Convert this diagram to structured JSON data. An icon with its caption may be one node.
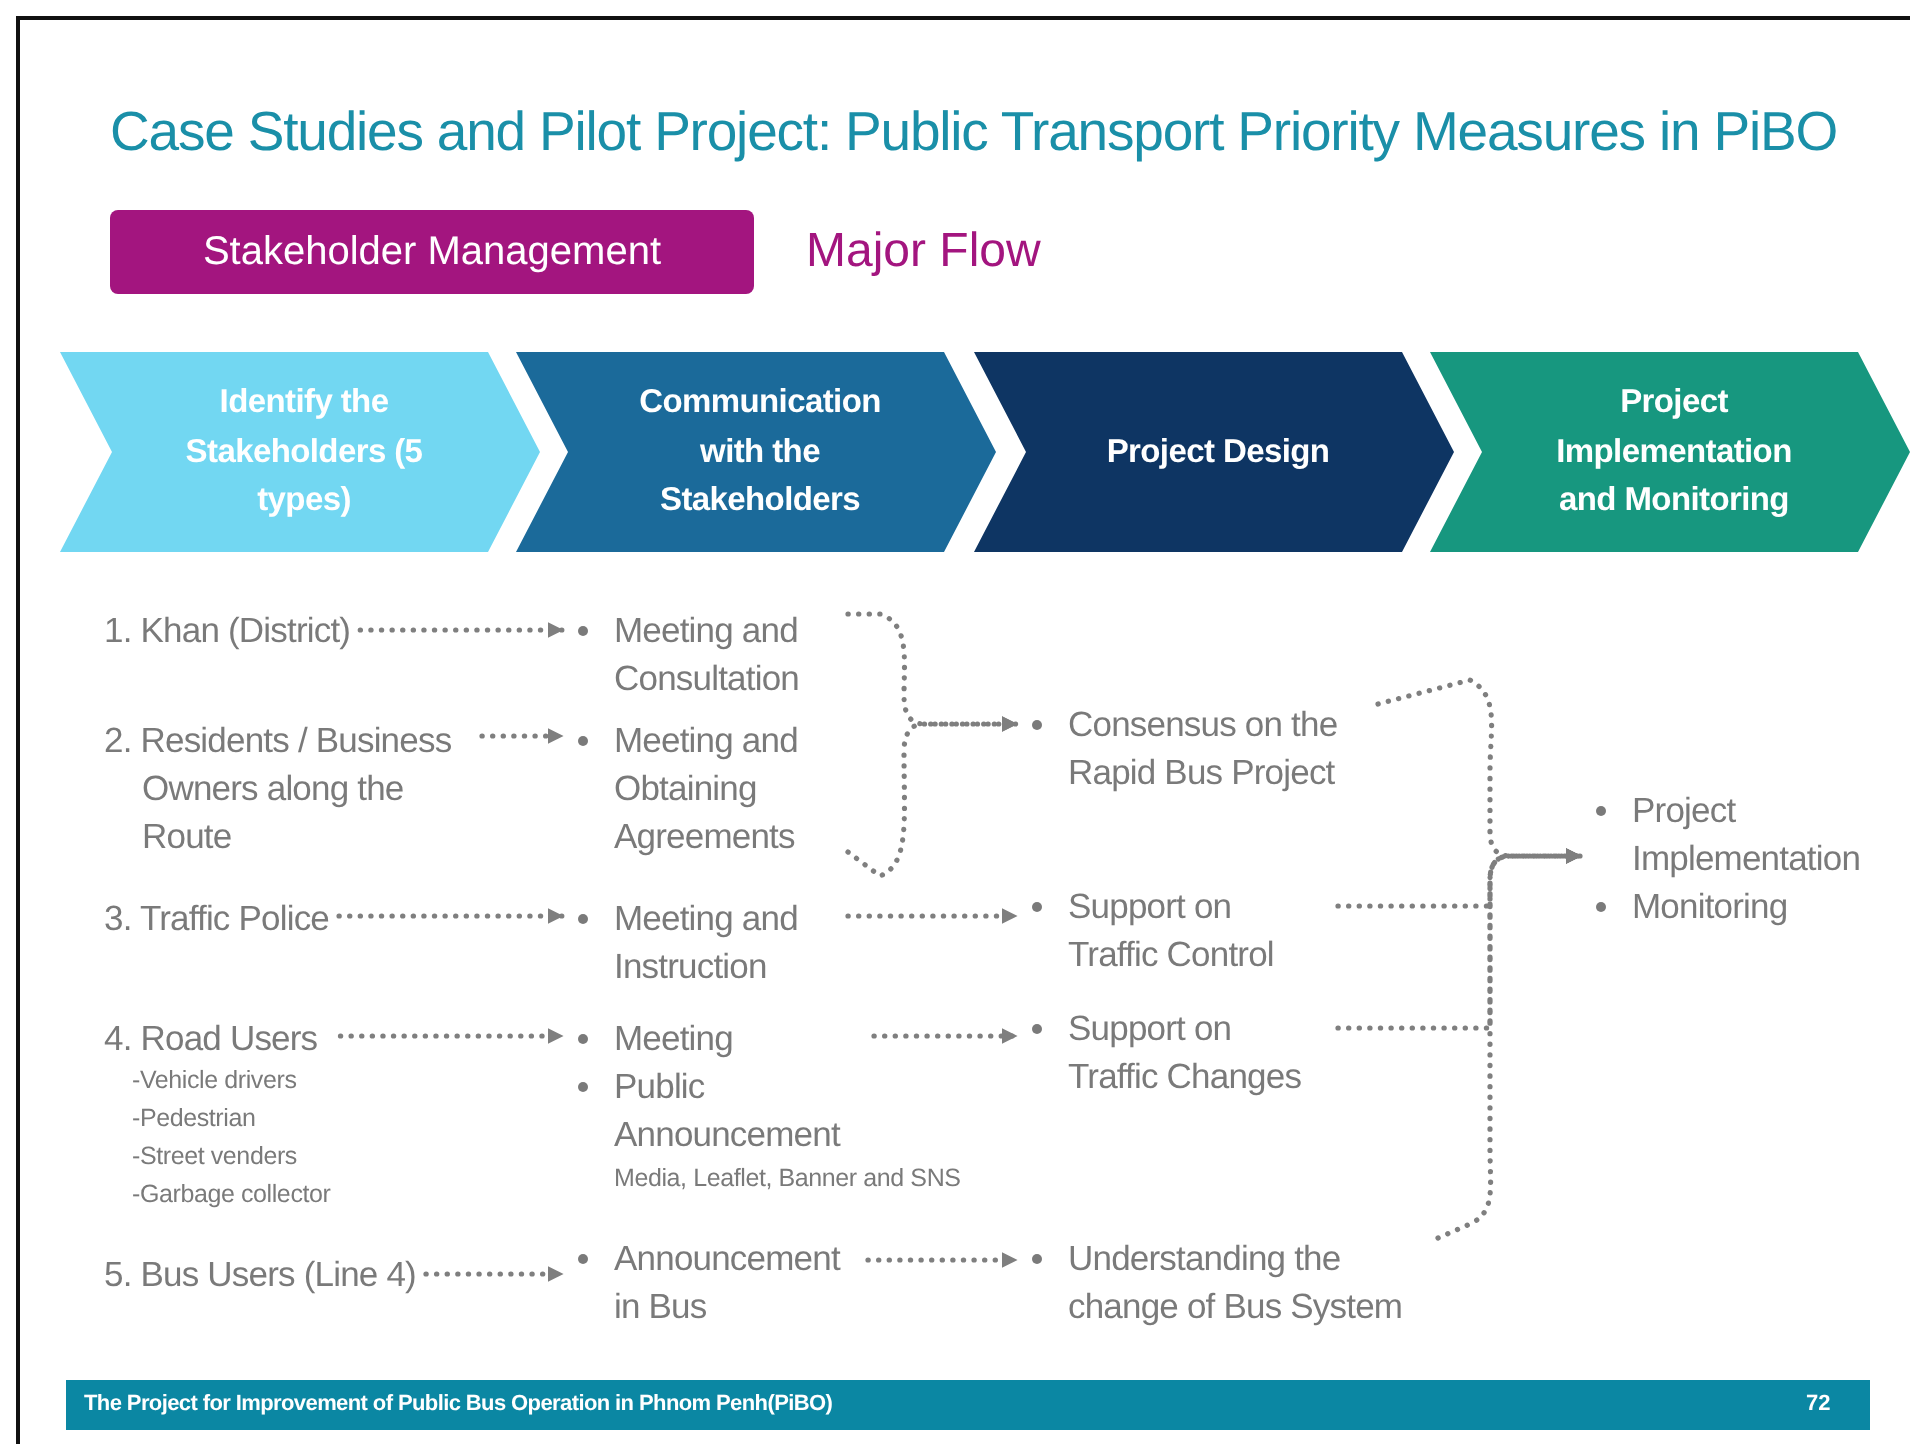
{
  "diagram": {
    "title": "Case Studies and Pilot Project: Public Transport Priority Measures in PiBO",
    "nodes": [
      {
        "text": [
          "Stakeholder Management"
        ]
      },
      {
        "text": [
          "Identify the Stakeholders (5 types)"
        ]
      },
      {
        "text": [
          "Communication with the Stakeholders"
        ]
      },
      {
        "text": [
          "Project Design"
        ]
      },
      {
        "text": [
          "Project Implementation and Monitoring"
        ]
      },
      {
        "text": [
          "1. Khan (District)"
        ]
      },
      {
        "text": [
          "2. Residents / Business Owners along the Route"
        ]
      },
      {
        "text": [
          "3. Traffic Police"
        ]
      },
      {
        "text": [
          "4. Road Users",
          "-Vehicle drivers",
          "-Pedestrian",
          "-Street venders",
          "-Garbage collector"
        ]
      },
      {
        "text": [
          "5. Bus Users (Line 4)"
        ]
      },
      {
        "text": [
          "Meeting and Consultation"
        ]
      },
      {
        "text": [
          "Meeting and Obtaining Agreements"
        ]
      },
      {
        "text": [
          "Meeting and Instruction"
        ]
      },
      {
        "text": [
          "Meeting",
          "Public Announcement"
        ],
        "beside": [
          "Media, Leaflet, Banner and SNS"
        ]
      },
      {
        "text": [
          "Announcement in Bus"
        ]
      },
      {
        "text": [
          "Consensus on the Rapid Bus Project"
        ]
      },
      {
        "text": [
          "Support on Traffic Control"
        ]
      },
      {
        "text": [
          "Support on Traffic Changes"
        ]
      },
      {
        "text": [
          "Understanding the change of Bus System"
        ]
      },
      {
        "text": [
          "Project Implementation",
          "Monitoring"
        ]
      }
    ],
    "edges": [
      {
        "from": 5,
        "to": 10,
        "arrow": "to",
        "style": "dashed"
      },
      {
        "from": 6,
        "to": 11,
        "arrow": "to",
        "style": "dashed"
      },
      {
        "from": 7,
        "to": 12,
        "arrow": "to",
        "style": "dashed"
      },
      {
        "from": 8,
        "to": 13,
        "arrow": "to",
        "style": "dashed"
      },
      {
        "from": 9,
        "to": 14,
        "arrow": "to",
        "style": "dashed"
      },
      {
        "from": 10,
        "to": 15,
        "arrow": "to",
        "style": "dashed"
      },
      {
        "from": 11,
        "to": 15,
        "arrow": "to",
        "style": "dashed"
      },
      {
        "from": 12,
        "to": 16,
        "arrow": "to",
        "style": "dashed"
      },
      {
        "from": 13,
        "to": 17,
        "arrow": "to",
        "style": "dashed"
      },
      {
        "from": 14,
        "to": 18,
        "arrow": "to",
        "style": "dashed"
      },
      {
        "from": 15,
        "to": 19,
        "arrow": "to",
        "style": "dashed"
      },
      {
        "from": 16,
        "to": 19,
        "arrow": "to",
        "style": "dashed"
      },
      {
        "from": 17,
        "to": 19,
        "arrow": "to",
        "style": "dashed"
      },
      {
        "from": 18,
        "to": 19,
        "arrow": "to",
        "style": "dashed"
      }
    ],
    "labels": [
      "Major Flow",
      "The Project for Improvement of Public Bus Operation in Phnom Penh(PiBO)",
      "72"
    ]
  }
}
